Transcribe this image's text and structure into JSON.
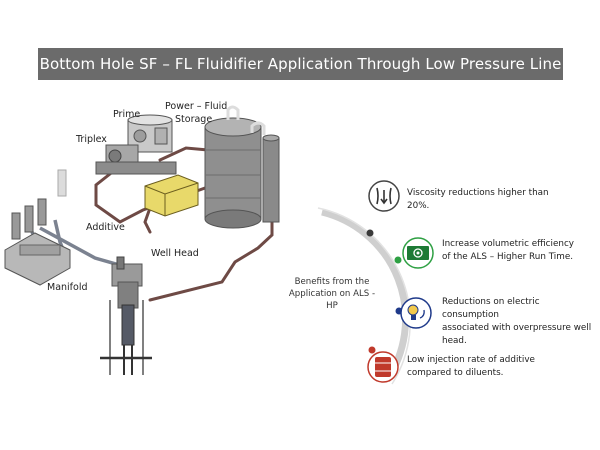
{
  "title": "Bottom Hole SF – FL Fluidifier Application Through Low Pressure Line",
  "labels": {
    "prime": "Prime",
    "power_fluid": "Power – Fluid",
    "storage": "Storage",
    "triplex": "Triplex",
    "additive": "Additive",
    "well_head": "Well Head",
    "manifold": "Manifold"
  },
  "center": {
    "text": "Benefits from the Application on ALS - HP"
  },
  "benefits": [
    {
      "line1": "Viscosity reductions higher than",
      "line2": "20%.",
      "icon": "viscosity-icon",
      "dot_color": "#3a3a3a"
    },
    {
      "line1": "Increase volumetric efficiency",
      "line2": "of the ALS – Higher Run Time.",
      "icon": "efficiency-icon",
      "dot_color": "#2ea043"
    },
    {
      "line1": "Reductions on electric consumption",
      "line2": "associated with overpressure well",
      "line3": "head.",
      "icon": "electric-icon",
      "dot_color": "#1f3a8a"
    },
    {
      "line1": "Low injection rate of additive",
      "line2": "compared to diluents.",
      "icon": "additive-barrel-icon",
      "dot_color": "#c0392b"
    }
  ],
  "colors": {
    "title_bg": "#6b6b6b",
    "pipe": "#6e4a45",
    "equipment": "#9b9b9b",
    "additive_tank": "#e8d96a",
    "arc": "#cfcfcf"
  }
}
